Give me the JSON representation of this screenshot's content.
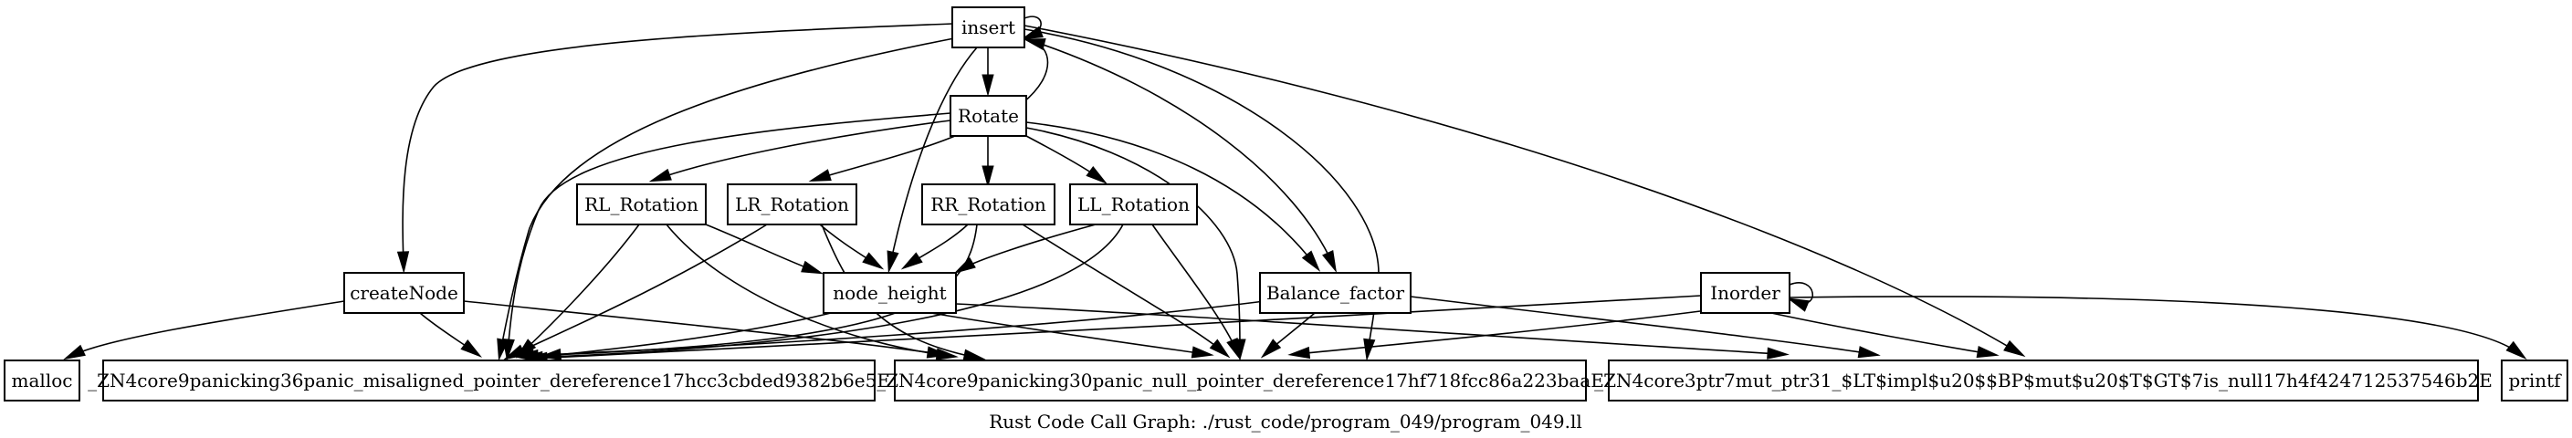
{
  "caption": "Rust Code Call Graph: ./rust_code/program_049/program_049.ll",
  "nodes": {
    "insert": "insert",
    "Rotate": "Rotate",
    "RL_Rotation": "RL_Rotation",
    "LR_Rotation": "LR_Rotation",
    "RR_Rotation": "RR_Rotation",
    "LL_Rotation": "LL_Rotation",
    "createNode": "createNode",
    "node_height": "node_height",
    "Balance_factor": "Balance_factor",
    "Inorder": "Inorder",
    "malloc": "malloc",
    "misaligned": "_ZN4core9panicking36panic_misaligned_pointer_dereference17hcc3cbded9382b6e5E",
    "null_deref": "_ZN4core9panicking30panic_null_pointer_dereference17hf718fcc86a223baaE",
    "is_null": "_ZN4core3ptr7mut_ptr31_$LT$impl$u20$$BP$mut$u20$T$GT$7is_null17h4f424712537546b2E",
    "printf": "printf"
  },
  "edges": [
    [
      "insert",
      "insert"
    ],
    [
      "insert",
      "Rotate"
    ],
    [
      "insert",
      "createNode"
    ],
    [
      "insert",
      "misaligned"
    ],
    [
      "insert",
      "node_height"
    ],
    [
      "insert",
      "Balance_factor"
    ],
    [
      "insert",
      "null_deref"
    ],
    [
      "insert",
      "is_null"
    ],
    [
      "Rotate",
      "RL_Rotation"
    ],
    [
      "Rotate",
      "LR_Rotation"
    ],
    [
      "Rotate",
      "RR_Rotation"
    ],
    [
      "Rotate",
      "LL_Rotation"
    ],
    [
      "Rotate",
      "Balance_factor"
    ],
    [
      "Rotate",
      "misaligned"
    ],
    [
      "Rotate",
      "null_deref"
    ],
    [
      "Rotate",
      "insert"
    ],
    [
      "RL_Rotation",
      "node_height"
    ],
    [
      "RL_Rotation",
      "misaligned"
    ],
    [
      "RL_Rotation",
      "null_deref"
    ],
    [
      "LR_Rotation",
      "node_height"
    ],
    [
      "LR_Rotation",
      "misaligned"
    ],
    [
      "LR_Rotation",
      "null_deref"
    ],
    [
      "RR_Rotation",
      "node_height"
    ],
    [
      "RR_Rotation",
      "misaligned"
    ],
    [
      "RR_Rotation",
      "null_deref"
    ],
    [
      "LL_Rotation",
      "node_height"
    ],
    [
      "LL_Rotation",
      "misaligned"
    ],
    [
      "LL_Rotation",
      "null_deref"
    ],
    [
      "createNode",
      "malloc"
    ],
    [
      "createNode",
      "misaligned"
    ],
    [
      "createNode",
      "null_deref"
    ],
    [
      "node_height",
      "misaligned"
    ],
    [
      "node_height",
      "null_deref"
    ],
    [
      "node_height",
      "is_null"
    ],
    [
      "Balance_factor",
      "misaligned"
    ],
    [
      "Balance_factor",
      "null_deref"
    ],
    [
      "Balance_factor",
      "is_null"
    ],
    [
      "Inorder",
      "Inorder"
    ],
    [
      "Inorder",
      "misaligned"
    ],
    [
      "Inorder",
      "null_deref"
    ],
    [
      "Inorder",
      "is_null"
    ],
    [
      "Inorder",
      "printf"
    ]
  ]
}
